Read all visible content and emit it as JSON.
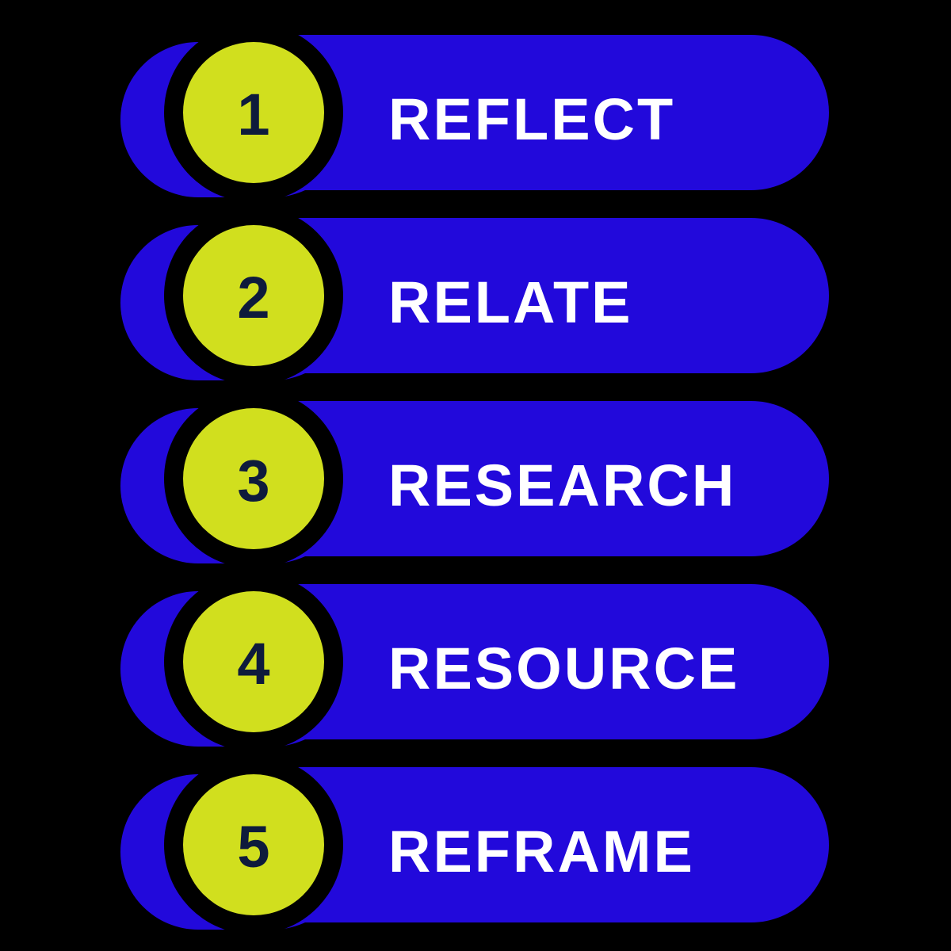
{
  "colors": {
    "background": "#000000",
    "pill_blue": "#2209DB",
    "circle_yellow": "#D1DF1E",
    "number_navy": "#0E1B3C",
    "label_white": "#FFFFFF",
    "ring_black": "#000000"
  },
  "steps": [
    {
      "number": "1",
      "label": "REFLECT"
    },
    {
      "number": "2",
      "label": "RELATE"
    },
    {
      "number": "3",
      "label": "RESEARCH"
    },
    {
      "number": "4",
      "label": "RESOURCE"
    },
    {
      "number": "5",
      "label": "REFRAME"
    }
  ]
}
